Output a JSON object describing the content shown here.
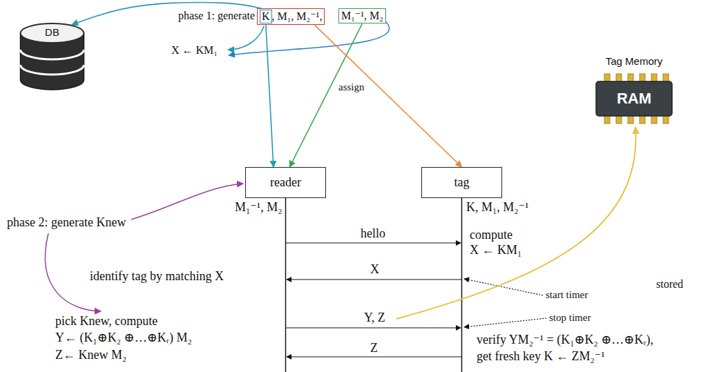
{
  "diagram": {
    "nodes": [
      {
        "text": [
          "DB"
        ]
      },
      {
        "text": [
          ", M₁, M₂⁻¹,"
        ]
      },
      {
        "text": [
          "K"
        ],
        "in": 1
      },
      {
        "text": [
          "M₁⁻¹, M₂"
        ]
      },
      {
        "text": [
          "Tag Memory",
          "RAM"
        ]
      },
      {
        "text": [
          "reader"
        ]
      },
      {
        "text": [
          "tag"
        ]
      }
    ],
    "edges": [
      {
        "from": 2,
        "to": 0,
        "arrow": "to"
      },
      {
        "from": 2,
        "to": 5,
        "arrow": "to"
      },
      {
        "from": 3,
        "to": 5,
        "arrow": "to"
      },
      {
        "from": 1,
        "to": 6,
        "arrow": "to"
      }
    ],
    "labels": [
      "phase 1: generate",
      "X ← KM₁",
      "assign",
      "phase 2: generate Knew",
      "M₁⁻¹, M₂",
      "K, M₁, M₂⁻¹",
      "hello",
      "compute",
      "X ← KM₁",
      "identify tag by matching X",
      "X",
      "start timer",
      "Y, Z",
      "stop timer",
      "stored",
      "pick Knew, compute",
      "Y← (K₁⊕K₂ ⊕…⊕Kᵣ) M₂",
      "Z← Knew M₂",
      "verify YM₂⁻¹ = (K₁⊕K₂ ⊕…⊕Kᵣ),",
      "get fresh key K ← ZM₂⁻¹",
      "Z"
    ]
  }
}
